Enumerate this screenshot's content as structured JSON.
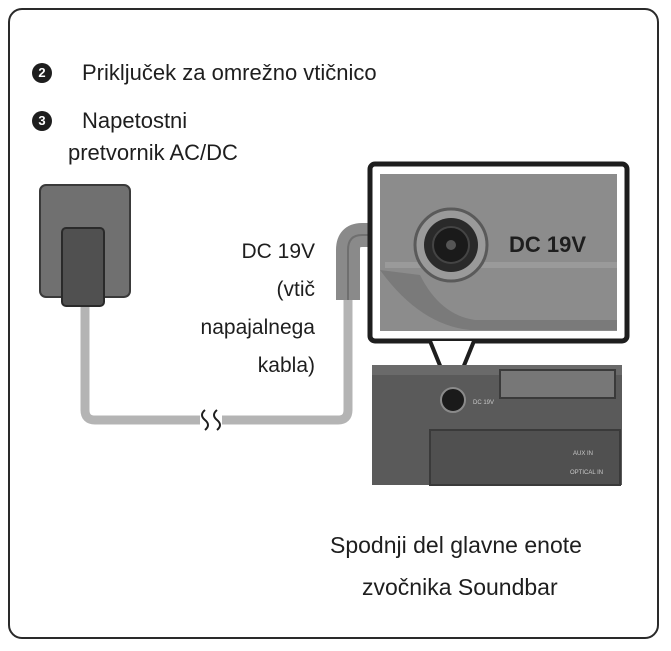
{
  "legend": {
    "items": [
      {
        "num": "2",
        "text": "Priključek za omrežno vtičnico"
      },
      {
        "num": "3",
        "text_line1": "Napetostni",
        "text_line2": "pretvornik AC/DC"
      }
    ]
  },
  "plug_label": {
    "line1": "DC 19V",
    "line2": "(vtič",
    "line3": "napajalnega",
    "line4": "kabla)"
  },
  "zoom_label": "DC 19V",
  "device_small_labels": {
    "port": "DC 19V",
    "aux": "AUX IN",
    "optical": "OPTICAL IN"
  },
  "caption": {
    "line1": "Spodnji del glavne enote",
    "line2": "zvočnika Soundbar"
  },
  "colors": {
    "frame": "#2a2a2a",
    "adapter": "#5a5a5a",
    "cable": "#b4b4b4",
    "zoom_bg": "#8a8a8a",
    "device": "#4a4a4a"
  }
}
